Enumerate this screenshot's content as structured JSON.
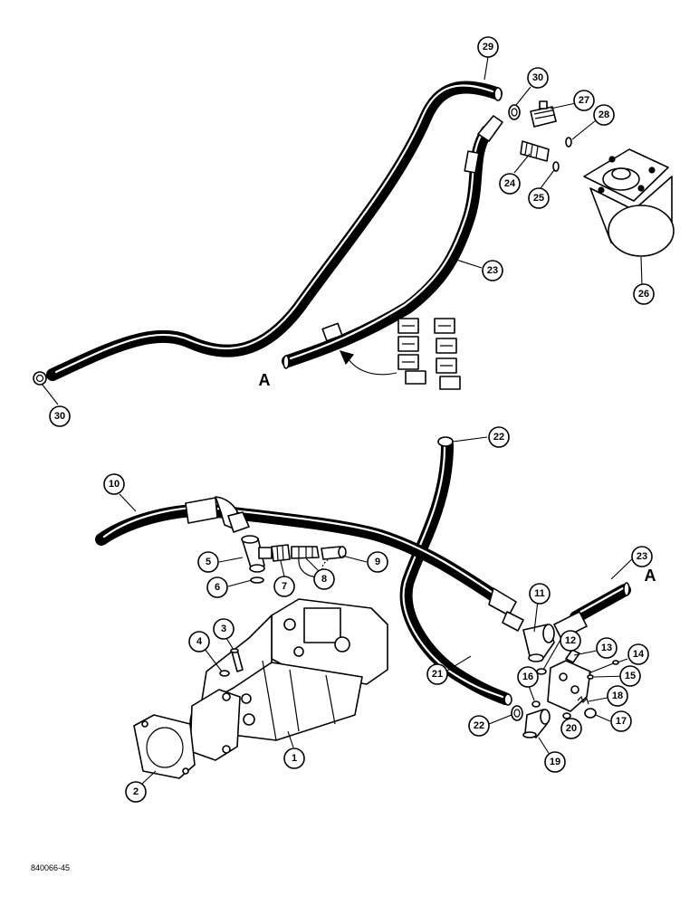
{
  "callouts": {
    "c1": "1",
    "c2": "2",
    "c3": "3",
    "c4": "4",
    "c5": "5",
    "c6": "6",
    "c7": "7",
    "c8": "8",
    "c9": "9",
    "c10": "10",
    "c11": "11",
    "c12": "12",
    "c13": "13",
    "c14": "14",
    "c15": "15",
    "c16": "16",
    "c17": "17",
    "c18": "18",
    "c19": "19",
    "c20": "20",
    "c21": "21",
    "c22a": "22",
    "c22b": "22",
    "c23a": "23",
    "c23b": "23",
    "c24": "24",
    "c25": "25",
    "c26": "26",
    "c27": "27",
    "c28": "28",
    "c29": "29",
    "c30a": "30",
    "c30b": "30"
  },
  "connection_letter": "A",
  "figure_reference": "840066-45"
}
